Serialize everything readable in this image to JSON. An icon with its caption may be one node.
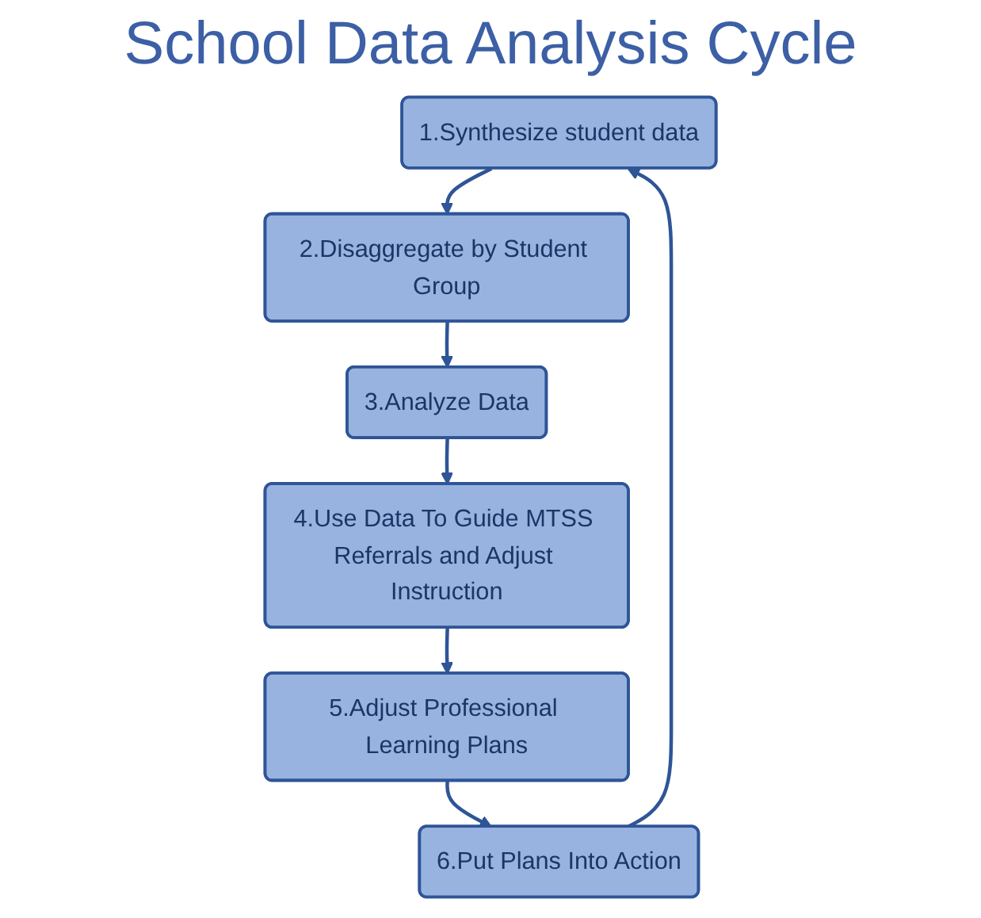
{
  "diagram": {
    "title": "School Data Analysis Cycle",
    "nodes": [
      {
        "text": [
          "1.Synthesize student data"
        ]
      },
      {
        "text": [
          "2.Disaggregate by Student Group"
        ]
      },
      {
        "text": [
          "3.Analyze Data"
        ]
      },
      {
        "text": [
          "4.Use Data To Guide MTSS Referrals and Adjust Instruction"
        ]
      },
      {
        "text": [
          "5.Adjust Professional Learning Plans"
        ]
      },
      {
        "text": [
          "6.Put Plans Into Action"
        ]
      }
    ],
    "edges": [
      {
        "from": 0,
        "to": 1,
        "arrow": "to"
      },
      {
        "from": 1,
        "to": 2,
        "arrow": "to"
      },
      {
        "from": 2,
        "to": 3,
        "arrow": "to"
      },
      {
        "from": 3,
        "to": 4,
        "arrow": "to"
      },
      {
        "from": 4,
        "to": 5,
        "arrow": "to"
      },
      {
        "from": 5,
        "to": 0,
        "arrow": "to"
      }
    ]
  }
}
